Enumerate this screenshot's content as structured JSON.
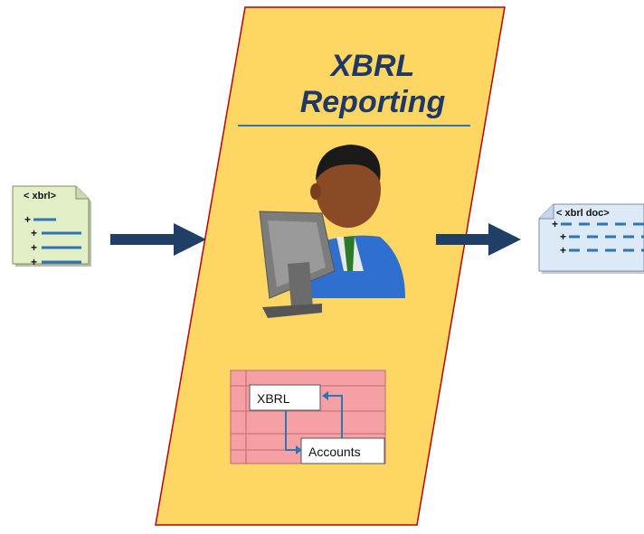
{
  "panel": {
    "title_line1": "XBRL",
    "title_line2": "Reporting",
    "fill_color": "#fdd663",
    "border_color": "#c00000",
    "underline_color": "#2e75b6"
  },
  "input_document": {
    "tag": "< xbrl>",
    "fill_color": "#e2efc6"
  },
  "output_document": {
    "tag": "< xbrl doc>",
    "fill_color": "#dce9f7"
  },
  "user_icon": {
    "name": "person-at-computer-icon"
  },
  "mapping_diagram": {
    "source_label": "XBRL",
    "target_label": "Accounts",
    "background_color": "#f4a0a4"
  },
  "colors": {
    "arrow": "#1f3f66",
    "list_line": "#2e75b6"
  }
}
